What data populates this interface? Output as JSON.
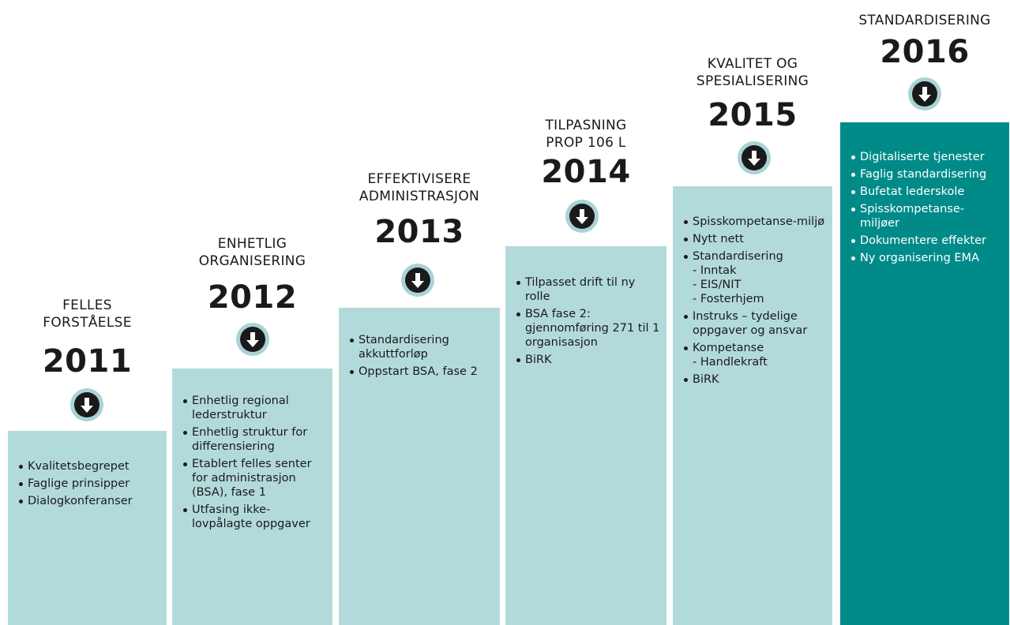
{
  "steps": [
    {
      "heading": "FELLES\nFORSTÅELSE",
      "year": "2011",
      "items": [
        "Kvalitetsbegrepet",
        "Faglige prinsipper",
        "Dialogkonferanser"
      ]
    },
    {
      "heading": "ENHETLIG\nORGANISERING",
      "year": "2012",
      "items": [
        "Enhetlig regional lederstruktur",
        "Enhetlig struktur for differensiering",
        "Etablert felles senter for administrasjon (BSA), fase 1",
        "Utfasing ikke-lovpålagte oppgaver"
      ]
    },
    {
      "heading": "EFFEKTIVISERE\nADMINISTRASJON",
      "year": "2013",
      "items": [
        "Standardisering akkuttforløp",
        "Oppstart BSA, fase 2"
      ]
    },
    {
      "heading": "TILPASNING\nPROP 106 L",
      "year": "2014",
      "items": [
        "Tilpasset drift til ny rolle",
        "BSA fase 2: gjennomføring 271 til 1 organisasjon",
        "BiRK"
      ]
    },
    {
      "heading": "KVALITET OG\nSPESIALISERING",
      "year": "2015",
      "items": [
        "Spisskompetanse-miljø",
        "Nytt nett",
        "Standardisering\n- Inntak\n- EIS/NIT\n- Fosterhjem",
        "Instruks – tydelige oppgaver og ansvar",
        "Kompetanse\n- Handlekraft",
        "BiRK"
      ]
    },
    {
      "heading": "STANDARDISERING",
      "year": "2016",
      "items": [
        "Digitaliserte tjenester",
        "Faglig standardisering",
        "Bufetat lederskole",
        "Spisskompetanse-miljøer",
        "Dokumentere effekter",
        "Ny organisering EMA"
      ]
    }
  ],
  "colors": {
    "panel": "#b3dadb",
    "panel_highlight": "#008b89",
    "arrow_ring": "#a9d3d6",
    "arrow_fill": "#1a1a1a"
  },
  "icons": {
    "arrow": "arrow-down-circle-icon"
  }
}
